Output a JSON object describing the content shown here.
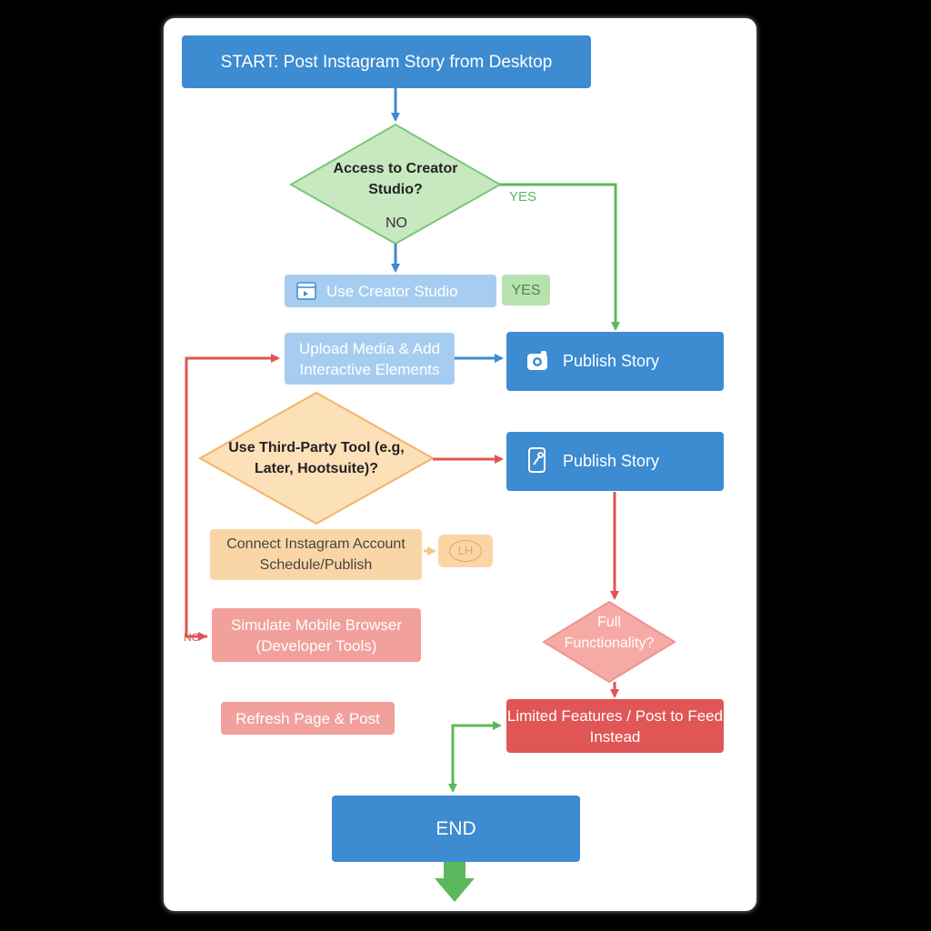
{
  "nodes": {
    "start": "START: Post Instagram Story from Desktop",
    "access_q": "Access to Creator Studio?",
    "use_cs": "Use Creator Studio",
    "upload": "Upload Media & Add Interactive Elements",
    "publish1": "Publish Story",
    "third_party_q": "Use Third-Party Tool (e.g, Later, Hootsuite)?",
    "publish2": "Publish Story",
    "connect": "Connect Instagram Account Schedule/Publish",
    "logo_badge": "LH",
    "simulate": "Simulate Mobile Browser (Developer Tools)",
    "full_q": "Full Functionality?",
    "refresh": "Refresh Page & Post",
    "limited": "Limited Features / Post to Feed Instead",
    "end": "END"
  },
  "labels": {
    "yes1": "YES",
    "no1": "NO",
    "yes_badge": "YES",
    "no2": "NO"
  },
  "colors": {
    "blue": "#3d8bd1",
    "light_blue": "#a6cdf0",
    "green": "#b7e2b0",
    "orange": "#fad6a6",
    "red": "#e05555",
    "pink": "#f2a09c"
  }
}
